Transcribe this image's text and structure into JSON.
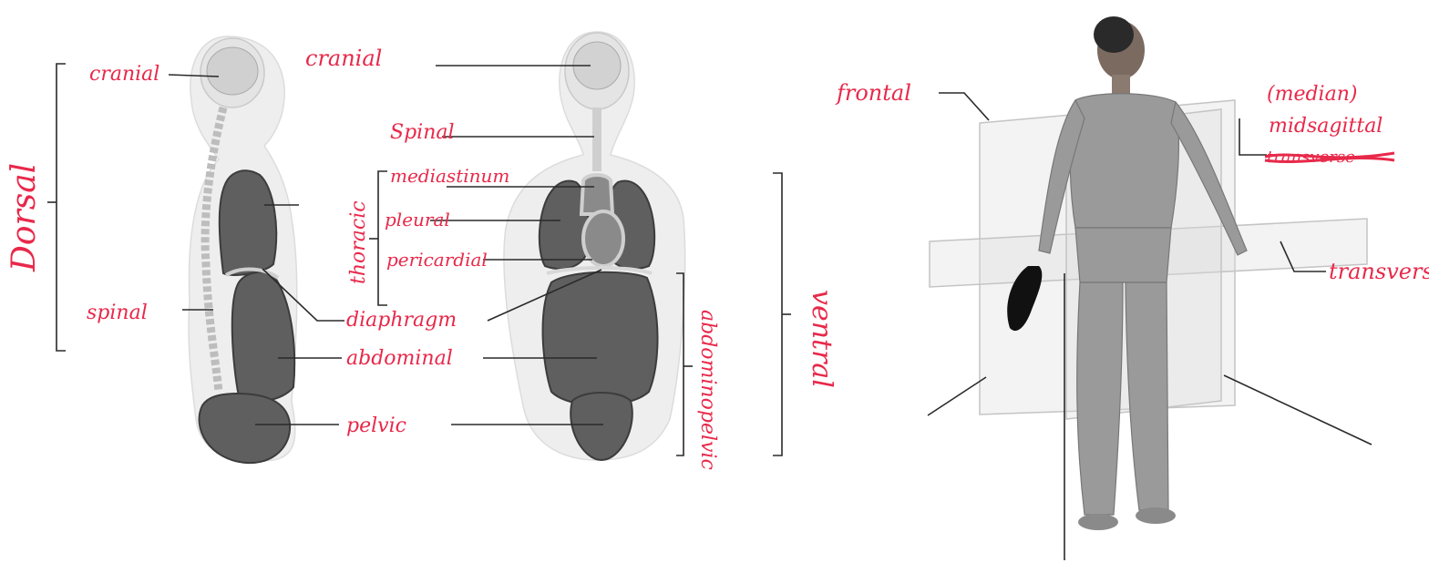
{
  "body_cavities": {
    "dorsal_label": "Dorsal",
    "ventral_label": "ventral",
    "thoracic_label": "thoracic",
    "abdominopelvic_label": "abdominopelvic",
    "lateral_view": {
      "cranial": "cranial",
      "spinal": "spinal"
    },
    "front_view": {
      "cranial": "cranial",
      "spinal": "Spinal",
      "mediastinum": "mediastinum",
      "pleural": "pleural",
      "pericardial": "pericardial"
    },
    "shared": {
      "diaphragm": "diaphragm",
      "abdominal": "abdominal",
      "pelvic": "pelvic"
    }
  },
  "body_planes": {
    "frontal": "frontal",
    "median_paren": "(median)",
    "midsagittal": "midsagittal",
    "struck_word": "transverse",
    "transverse": "transverse"
  },
  "colors": {
    "annotation": "#e8294a",
    "leader_lines": "#2a2a2a",
    "organs": "#5f5f5f"
  }
}
